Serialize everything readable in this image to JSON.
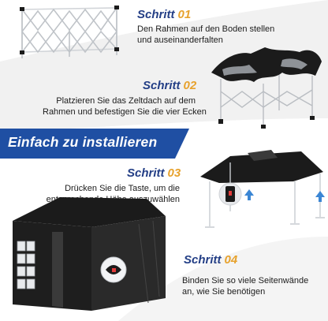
{
  "banner": {
    "title": "Einfach zu installieren"
  },
  "steps": [
    {
      "label": "Schritt",
      "number": "01",
      "lines": [
        "Den Rahmen auf den Boden stellen",
        "und auseinanderfalten"
      ]
    },
    {
      "label": "Schritt",
      "number": "02",
      "lines": [
        "Platzieren Sie das Zeltdach auf dem",
        "Rahmen und befestigen Sie die vier Ecken"
      ]
    },
    {
      "label": "Schritt",
      "number": "03",
      "lines": [
        "Drücken Sie die Taste, um die",
        "entsprechende Höhe auszuwählen"
      ]
    },
    {
      "label": "Schritt",
      "number": "04",
      "lines": [
        "Binden Sie so viele Seitenwände",
        "an, wie Sie benötigen"
      ]
    }
  ],
  "colors": {
    "title_blue": "#243f86",
    "number_orange": "#e7a22d",
    "banner_blue": "#1f4fa3",
    "tent_black": "#1b1b1b",
    "arrow_blue": "#3b86d4"
  },
  "icons": [
    "folded-frame-icon",
    "canopy-frame-icon",
    "popup-tent-icon",
    "tent-sidewalls-icon",
    "up-arrow-icon"
  ]
}
